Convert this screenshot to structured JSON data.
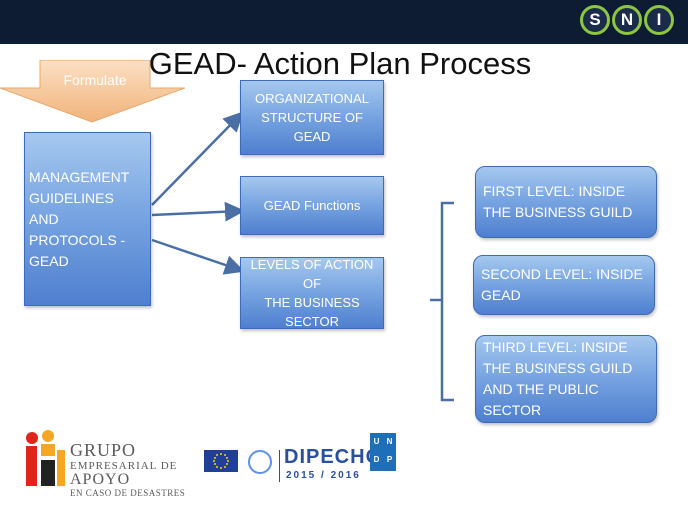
{
  "title": "GEAD- Action Plan Process",
  "formulate_label": "Formulate",
  "management_box": {
    "lines": [
      "MANAGEMENT",
      "GUIDELINES AND",
      "PROTOCOLS -",
      "GEAD"
    ]
  },
  "middle_boxes": [
    {
      "lines": [
        "ORGANIZATIONAL",
        "STRUCTURE OF GEAD"
      ]
    },
    {
      "lines": [
        "GEAD Functions"
      ]
    },
    {
      "lines": [
        "LEVELS OF ACTION OF",
        "THE BUSINESS",
        "SECTOR"
      ]
    }
  ],
  "levels": [
    {
      "lines": [
        "FIRST LEVEL: INSIDE",
        "THE BUSINESS GUILD"
      ]
    },
    {
      "lines": [
        "SECOND LEVEL: INSIDE",
        "GEAD"
      ]
    },
    {
      "lines": [
        "THIRD LEVEL: INSIDE",
        "THE BUSINESS GUILD",
        "AND THE PUBLIC",
        "SECTOR"
      ]
    }
  ],
  "header_logo": {
    "letters": [
      "S",
      "N",
      "I"
    ]
  },
  "footer": {
    "grupo": {
      "line1": "GRUPO",
      "line2": "EMPRESARIAL DE",
      "line3": "APOYO",
      "line4": "EN CASO DE DESASTRES"
    },
    "dipecho": {
      "name": "DIPECHO",
      "years": "2015 / 2016"
    },
    "undp": {
      "letters": [
        "U",
        "N",
        "D",
        "P"
      ]
    }
  },
  "colors": {
    "topbar": "#0d1b33",
    "box_top": "#a5c8ee",
    "box_bottom": "#4f7fcf",
    "connector": "#4a6fa5",
    "arrow": "#f6c89a"
  }
}
